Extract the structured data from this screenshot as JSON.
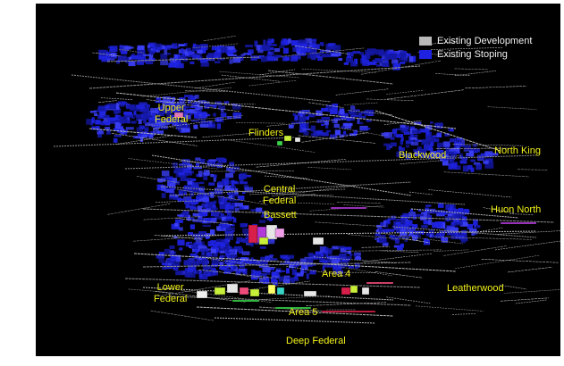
{
  "colors": {
    "background": "#000000",
    "development": "#b9b9b9",
    "stoping": "#1e22e0",
    "labels": "#f2f21a",
    "legend_text": "#f0f0f0"
  },
  "legend": [
    {
      "label": "Existing Development",
      "color": "#b9b9b9"
    },
    {
      "label": "Existing Stoping",
      "color": "#1e22e0"
    }
  ],
  "zones": [
    {
      "id": "upper-federal",
      "label": "Upper\nFederal"
    },
    {
      "id": "flinders",
      "label": "Flinders"
    },
    {
      "id": "blackwood",
      "label": "Blackwood"
    },
    {
      "id": "north-king",
      "label": "North King"
    },
    {
      "id": "central-federal",
      "label": "Central\nFederal"
    },
    {
      "id": "bassett",
      "label": "Bassett"
    },
    {
      "id": "huon-north",
      "label": "Huon North"
    },
    {
      "id": "area-4",
      "label": "Area 4"
    },
    {
      "id": "lower-federal",
      "label": "Lower\nFederal"
    },
    {
      "id": "leatherwood",
      "label": "Leatherwood"
    },
    {
      "id": "area-5",
      "label": "Area 5"
    },
    {
      "id": "deep-federal",
      "label": "Deep Federal"
    }
  ]
}
